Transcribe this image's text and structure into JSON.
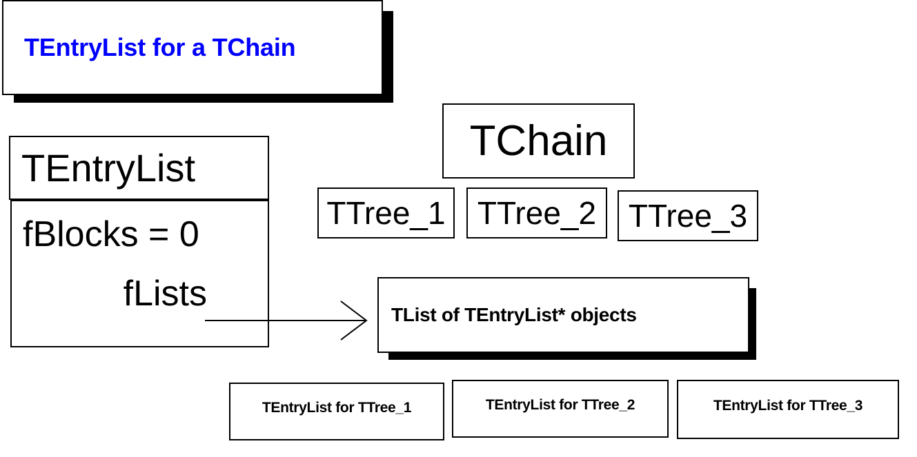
{
  "title": {
    "text": "TEntryList for a TChain",
    "color": "#0000ff"
  },
  "entry_list_class": {
    "header": "TEntryList",
    "fields": {
      "fblocks": "fBlocks = 0",
      "flists": "fLists"
    }
  },
  "chain": {
    "label": "TChain",
    "trees": [
      {
        "label": "TTree_1"
      },
      {
        "label": "TTree_2"
      },
      {
        "label": "TTree_3"
      }
    ]
  },
  "tlist": {
    "label": "TList of TEntryList* objects"
  },
  "sub_entry_lists": [
    {
      "label": "TEntryList for TTree_1"
    },
    {
      "label": "TEntryList for TTree_2"
    },
    {
      "label": "TEntryList for TTree_3"
    }
  ],
  "connectors": {
    "flists_to_tlist": "arrow"
  }
}
